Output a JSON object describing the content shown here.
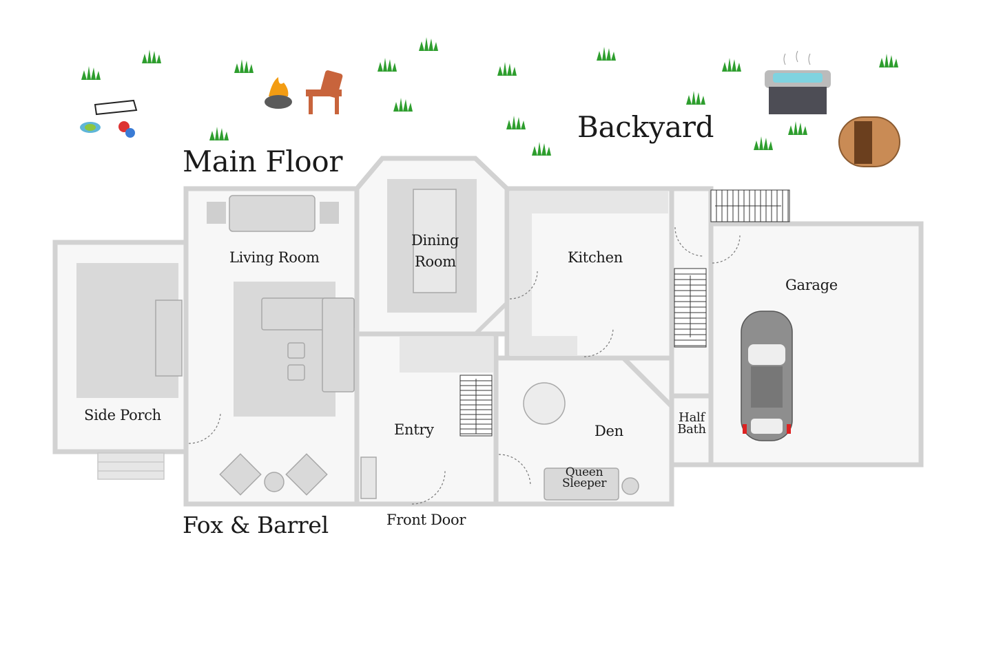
{
  "titles": {
    "main_floor": "Main Floor",
    "backyard": "Backyard",
    "property_name": "Fox & Barrel",
    "front_door": "Front Door"
  },
  "rooms": {
    "side_porch": "Side Porch",
    "living_room": "Living Room",
    "dining_room_line1": "Dining",
    "dining_room_line2": "Room",
    "kitchen": "Kitchen",
    "entry": "Entry",
    "den": "Den",
    "queen_sleeper_line1": "Queen",
    "queen_sleeper_line2": "Sleeper",
    "half_bath_line1": "Half",
    "half_bath_line2": "Bath",
    "garage": "Garage"
  },
  "icons": [
    "grass-icon",
    "cornhole-icon",
    "pickleball-icon",
    "fire-pit-icon",
    "adirondack-chair-icon",
    "hot-tub-icon",
    "barrel-sauna-icon",
    "car-icon",
    "stairs-icon"
  ],
  "colors": {
    "wall": "#d4d4d4",
    "floor": "#f7f7f7",
    "furniture": "#d9d9d9",
    "grass": "#2e9e2e",
    "text": "#1a1a1a"
  }
}
